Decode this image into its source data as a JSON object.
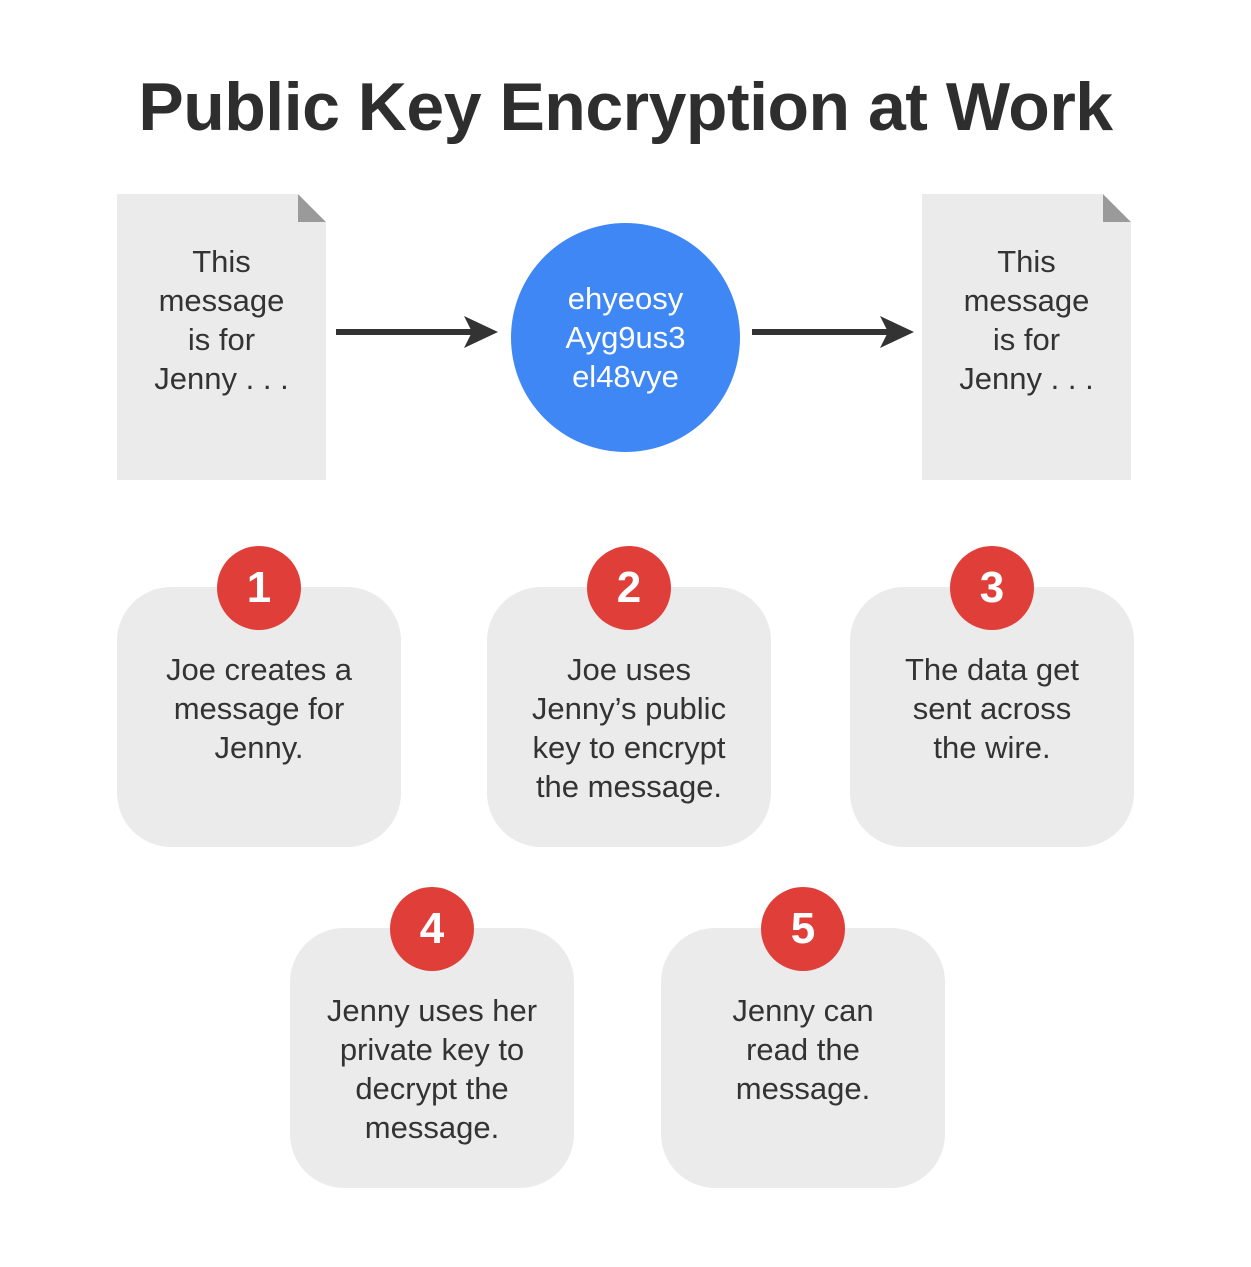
{
  "title": "Public Key Encryption at Work",
  "diagram": {
    "source_document": "This\nmessage\nis for\nJenny . . .",
    "ciphertext": "ehyeosy\nAyg9us3\nel48vye",
    "destination_document": "This\nmessage\nis for\nJenny . . ."
  },
  "steps": [
    {
      "number": "1",
      "text": "Joe creates a\nmessage for\nJenny."
    },
    {
      "number": "2",
      "text": "Joe uses\nJenny’s public\nkey to encrypt\nthe message."
    },
    {
      "number": "3",
      "text": "The data get\nsent across\nthe wire."
    },
    {
      "number": "4",
      "text": "Jenny uses her\nprivate key to\ndecrypt the\nmessage."
    },
    {
      "number": "5",
      "text": "Jenny can\nread the\nmessage."
    }
  ],
  "colors": {
    "cipher_circle": "#3f87f5",
    "badge": "#e03f39",
    "card": "#ebebeb",
    "text": "#333333"
  }
}
